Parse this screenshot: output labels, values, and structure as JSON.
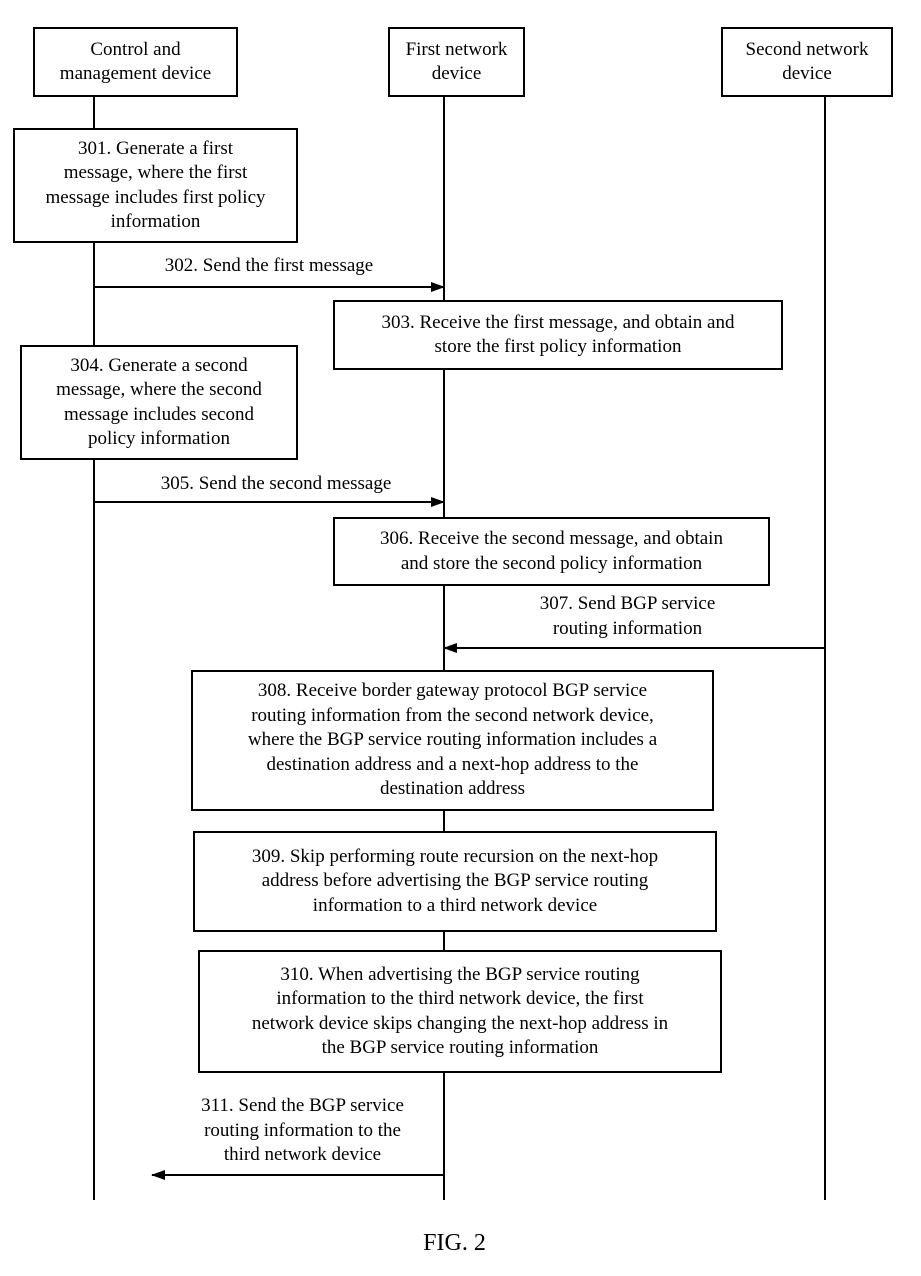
{
  "participants": [
    {
      "line1": "Control and",
      "line2": "management device"
    },
    {
      "line1": "First network",
      "line2": "device"
    },
    {
      "line1": "Second network",
      "line2": "device"
    }
  ],
  "steps": {
    "s301": [
      "301. Generate a first",
      "message, where the first",
      "message includes first policy",
      "information"
    ],
    "s302": [
      "302. Send the first message"
    ],
    "s303": [
      "303. Receive the first message, and obtain and",
      "store the first policy information"
    ],
    "s304": [
      "304. Generate a second",
      "message, where the second",
      "message includes second",
      "policy information"
    ],
    "s305": [
      "305. Send the second message"
    ],
    "s306": [
      "306. Receive the second message, and obtain",
      "and store the second policy information"
    ],
    "s307": [
      "307. Send BGP service",
      "routing information"
    ],
    "s308": [
      "308. Receive border gateway protocol BGP service",
      "routing information from the second network device,",
      "where the BGP service routing information includes a",
      "destination address and a next-hop address to the",
      "destination address"
    ],
    "s309": [
      "309. Skip performing route recursion on the next-hop",
      "address before advertising the BGP service routing",
      "information to a third network device"
    ],
    "s310": [
      "310. When advertising the BGP service routing",
      "information to the third network device, the first",
      "network device skips changing the next-hop address in",
      "the BGP service routing information"
    ],
    "s311": [
      "311. Send the BGP service",
      "routing information to the",
      "third network device"
    ]
  },
  "caption": "FIG. 2"
}
